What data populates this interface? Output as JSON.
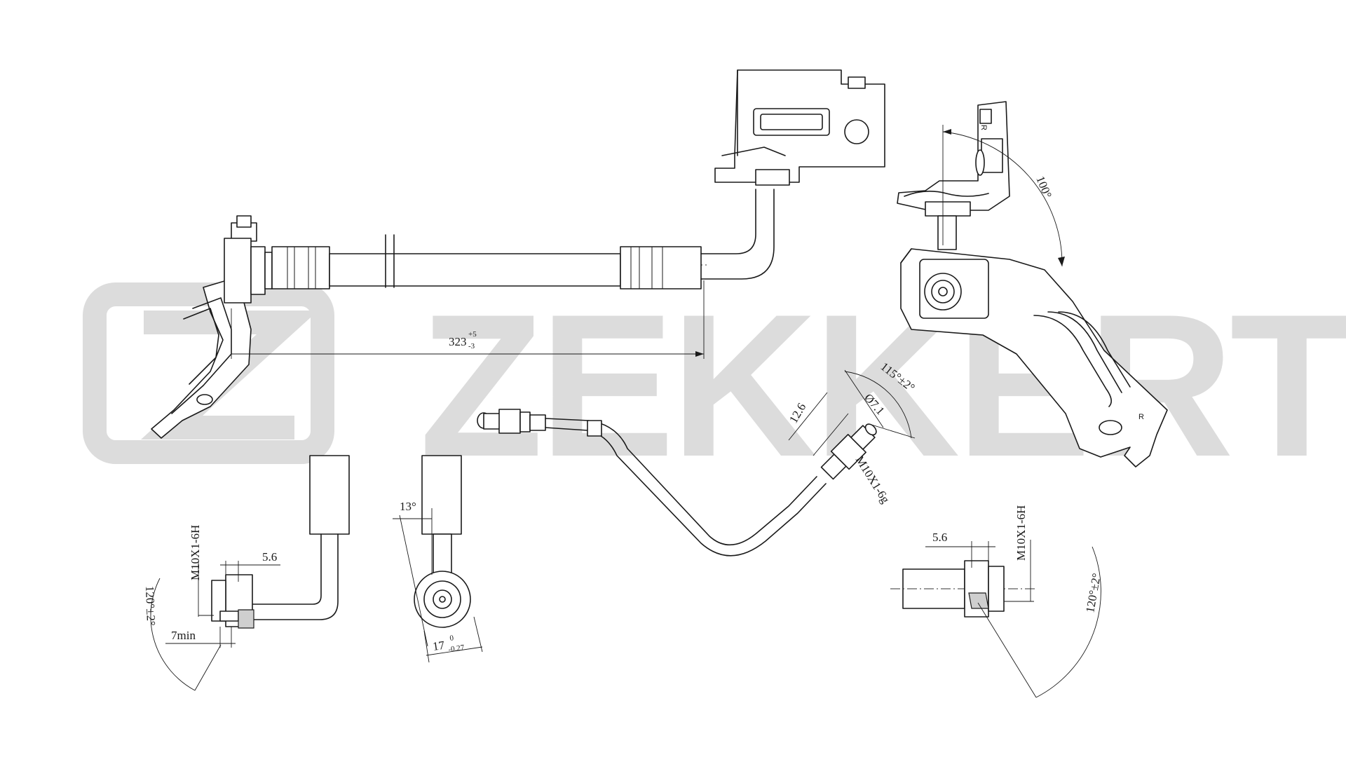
{
  "watermark": {
    "text": "ZEKKERT",
    "color": "#dcdcdc"
  },
  "dimensions": {
    "overall_length": {
      "value": "323",
      "tol_plus": "+5",
      "tol_minus": "-3"
    },
    "angle_bracket": "100°",
    "angle_fitting": "115°±2°",
    "diameter": "Ø7.1",
    "length_126": "12.6",
    "thread_male": "M10X1-6g",
    "thread_female_left": "M10X1-6H",
    "thread_female_right": "M10X1-6H",
    "length_56_left": "5.6",
    "length_56_right": "5.6",
    "min_length": "7min",
    "angle_left_bottom": "120°±2°",
    "angle_right_bottom": "120°±2°",
    "angle_13": "13°",
    "hex_size": {
      "value": "17",
      "tol_upper": "0",
      "tol_lower": "-0.27"
    }
  },
  "side_marks": {
    "bracket_top": "R",
    "bracket_plate": "R"
  },
  "colors": {
    "line": "#1a1a1a",
    "watermark": "#dcdcdc"
  }
}
